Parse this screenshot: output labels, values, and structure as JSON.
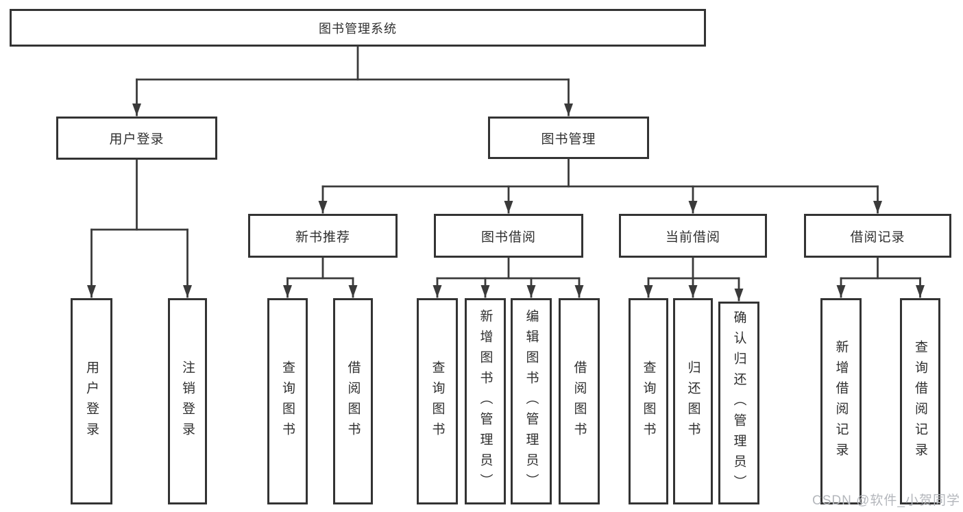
{
  "colors": {
    "background": "#ffffff",
    "border": "#333333",
    "line": "#3a3a3a",
    "text": "#2f2f2f",
    "watermark": "#b4b7bc"
  },
  "watermark": "CSDN @软件_小贺同学",
  "tree": {
    "root": {
      "label": "图书管理系统"
    },
    "branches": [
      {
        "label": "用户登录",
        "leaves": [
          {
            "label": "用户登录"
          },
          {
            "label": "注销登录"
          }
        ]
      },
      {
        "label": "图书管理",
        "groups": [
          {
            "label": "新书推荐",
            "leaves": [
              {
                "label": "查询图书"
              },
              {
                "label": "借阅图书"
              }
            ]
          },
          {
            "label": "图书借阅",
            "leaves": [
              {
                "label": "查询图书"
              },
              {
                "label": "新增图书（管理员）"
              },
              {
                "label": "编辑图书（管理员）"
              },
              {
                "label": "借阅图书"
              }
            ]
          },
          {
            "label": "当前借阅",
            "leaves": [
              {
                "label": "查询图书"
              },
              {
                "label": "归还图书"
              },
              {
                "label": "确认归还（管理员）"
              }
            ]
          },
          {
            "label": "借阅记录",
            "leaves": [
              {
                "label": "新增借阅记录"
              },
              {
                "label": "查询借阅记录"
              }
            ]
          }
        ]
      }
    ]
  }
}
